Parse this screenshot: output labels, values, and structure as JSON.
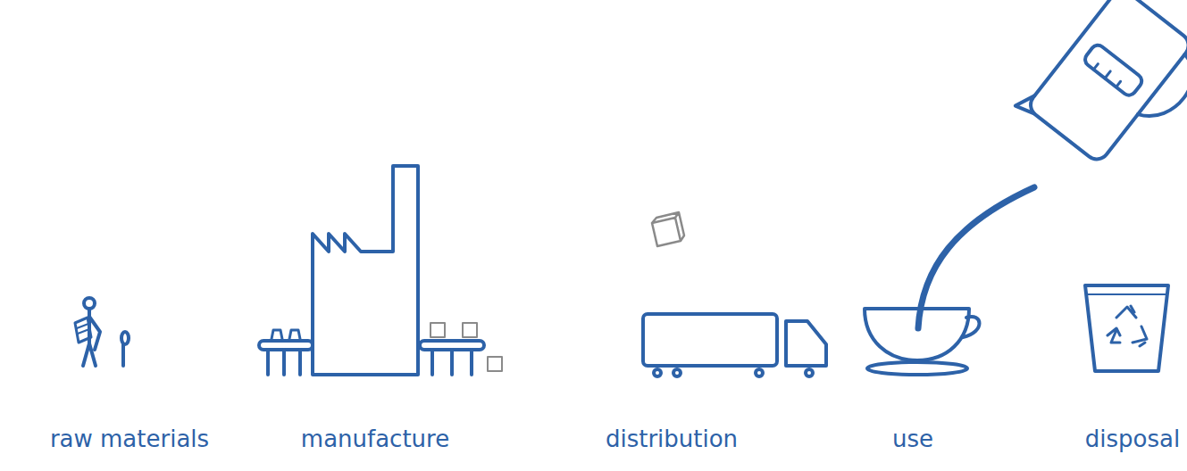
{
  "diagram": {
    "labels": [
      "raw materials",
      "manufacture",
      "distribution",
      "use",
      "disposal"
    ]
  }
}
